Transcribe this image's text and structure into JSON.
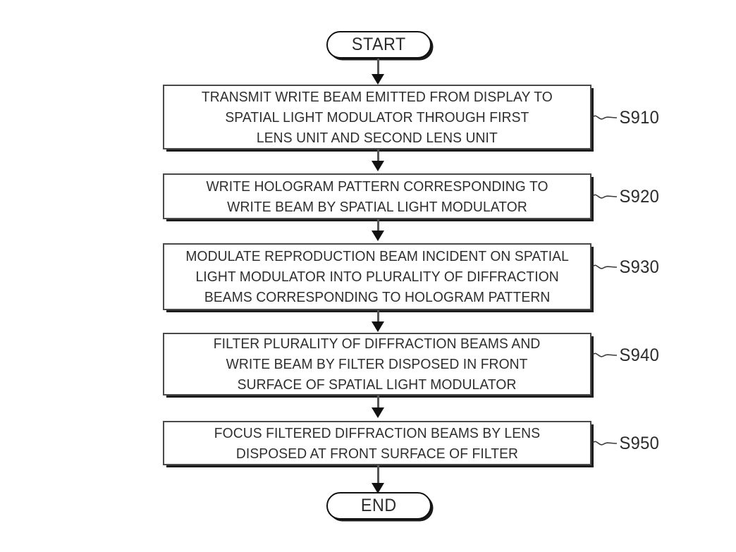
{
  "diagram": {
    "type": "flowchart",
    "title": "Holographic display method flowchart",
    "orientation": "vertical",
    "colors": {
      "background": "#ffffff",
      "box_border": "#4a4a4a",
      "shadow": "#1c1c1c",
      "text": "#2e2e2e",
      "connector": "#555555"
    },
    "start": {
      "label": "START",
      "shape": "rounded-terminator"
    },
    "end": {
      "label": "END",
      "shape": "rounded-terminator"
    },
    "steps": [
      {
        "ref": "S910",
        "text": "TRANSMIT WRITE BEAM EMITTED FROM DISPLAY TO\nSPATIAL LIGHT MODULATOR THROUGH FIRST\nLENS UNIT AND SECOND LENS UNIT"
      },
      {
        "ref": "S920",
        "text": "WRITE HOLOGRAM PATTERN CORRESPONDING TO\nWRITE BEAM BY SPATIAL LIGHT MODULATOR"
      },
      {
        "ref": "S930",
        "text": "MODULATE REPRODUCTION BEAM INCIDENT ON SPATIAL\nLIGHT MODULATOR INTO PLURALITY OF DIFFRACTION\nBEAMS CORRESPONDING TO HOLOGRAM PATTERN"
      },
      {
        "ref": "S940",
        "text": "FILTER PLURALITY OF DIFFRACTION BEAMS AND\nWRITE BEAM BY FILTER DISPOSED IN FRONT\nSURFACE OF SPATIAL LIGHT MODULATOR"
      },
      {
        "ref": "S950",
        "text": "FOCUS FILTERED DIFFRACTION BEAMS BY LENS\nDISPOSED AT FRONT SURFACE OF FILTER"
      }
    ]
  }
}
